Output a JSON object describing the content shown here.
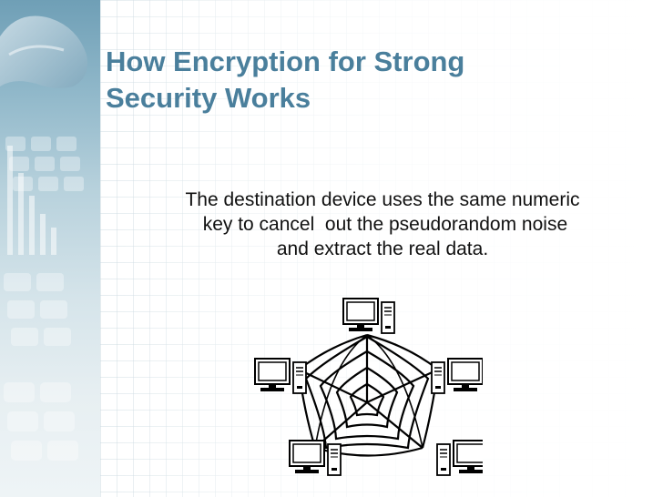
{
  "slide": {
    "title_lines": [
      "How Encryption for Strong",
      "Security Works"
    ],
    "body_lines": [
      "The destination device uses the same numeric",
      " key to cancel  out the pseudorandom noise",
      "and extract the real data."
    ]
  },
  "colors": {
    "title": "#4a7f9c",
    "sidebar_top": "#6f9fb6",
    "text": "#111111"
  },
  "icons": [
    "computer-icon",
    "network-web-icon"
  ]
}
